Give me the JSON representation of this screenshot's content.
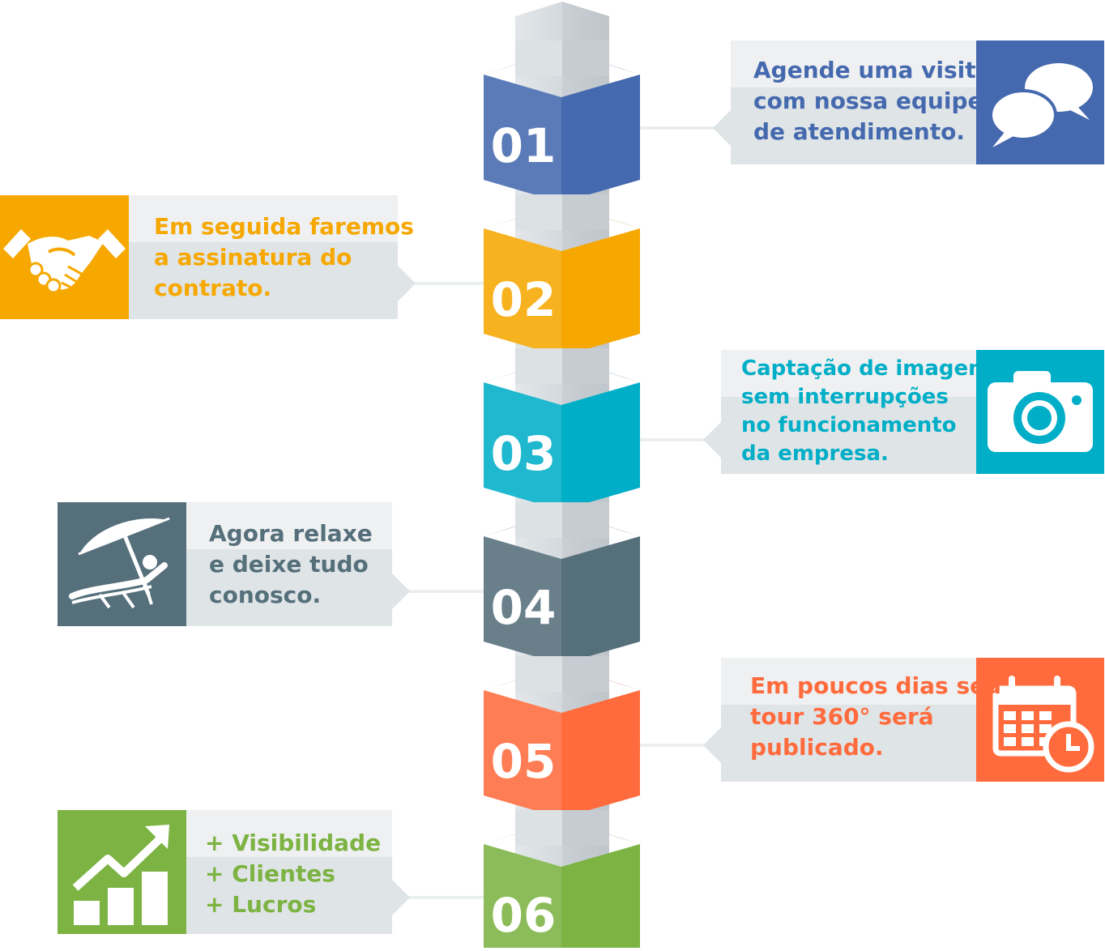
{
  "steps": [
    {
      "number": "01",
      "lines": [
        "Agende uma visita",
        "com nossa equipe",
        "de atendimento."
      ],
      "icon": "speech-bubbles-icon",
      "color": "#4569AE",
      "side": "right"
    },
    {
      "number": "02",
      "lines": [
        "Em seguida faremos",
        "a assinatura do",
        "contrato."
      ],
      "icon": "handshake-icon",
      "color": "#F6A800",
      "side": "left"
    },
    {
      "number": "03",
      "lines": [
        "Captação de imagens",
        "sem interrupções",
        "no funcionamento",
        "da empresa."
      ],
      "icon": "camera-icon",
      "color": "#00AEC7",
      "side": "right"
    },
    {
      "number": "04",
      "lines": [
        "Agora relaxe",
        "e deixe tudo",
        "conosco."
      ],
      "icon": "beach-chair-umbrella-icon",
      "color": "#556F7B",
      "side": "left"
    },
    {
      "number": "05",
      "lines": [
        "Em poucos dias seu",
        "tour 360° será",
        "publicado."
      ],
      "icon": "calendar-clock-icon",
      "color": "#FF6B3D",
      "side": "right"
    },
    {
      "number": "06",
      "lines": [
        "+ Visibilidade",
        "+ Clientes",
        "+ Lucros"
      ],
      "icon": "growth-chart-icon",
      "color": "#7CB342",
      "side": "left"
    }
  ]
}
